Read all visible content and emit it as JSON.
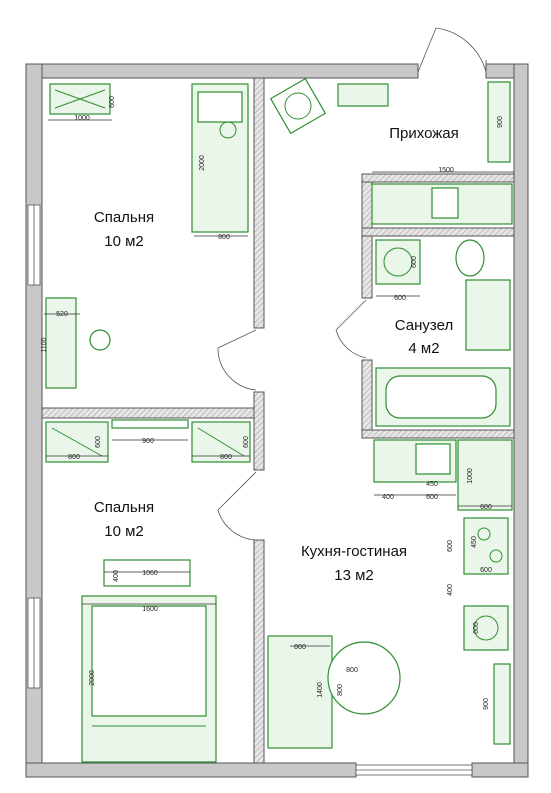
{
  "rooms": {
    "bedroom1": {
      "name": "Спальня",
      "area": "10 м2"
    },
    "hallway": {
      "name": "Прихожая"
    },
    "bathroom": {
      "name": "Санузел",
      "area": "4 м2"
    },
    "bedroom2": {
      "name": "Спальня",
      "area": "10 м2"
    },
    "kitchen": {
      "name": "Кухня-гостиная",
      "area": "13 м2"
    }
  },
  "dimensions": {
    "wardrobe1_w": "1000",
    "wardrobe1_d": "600",
    "bed1_len": "2000",
    "bed1_w": "800",
    "desk_w": "520",
    "desk_len": "1100",
    "hall_shelf": "900",
    "hall_cab": "1500",
    "wash_machine": "600",
    "wash_w": "600",
    "wardrobe2a_w": "800",
    "wardrobe2a_d": "600",
    "tv_w": "900",
    "wardrobe2b_w": "800",
    "wardrobe2b_d": "600",
    "sink_w": "450",
    "counter_a": "400",
    "counter_b": "600",
    "counter_len": "1000",
    "counter_d": "600",
    "stove_a": "450",
    "stove_b": "600",
    "stove_c": "600",
    "stove_d": "400",
    "fridge": "600",
    "nightstand_h": "400",
    "headboard_w": "1060",
    "bed2_w": "1600",
    "bed2_len": "2000",
    "sofa_w": "800",
    "sofa_len": "1400",
    "table_d": "800",
    "table_h": "800",
    "cabinet_right": "900"
  },
  "colors": {
    "furniture": "#2f8f2f",
    "wall": "#c8c8c8",
    "text": "#111111"
  }
}
